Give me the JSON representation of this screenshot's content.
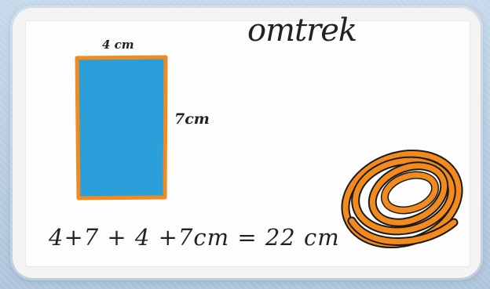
{
  "title": "omtrek",
  "rectangle": {
    "width_label": "4 cm",
    "height_label": "7cm",
    "fill_color": "#2b9fd9",
    "border_color": "#f28a1e"
  },
  "formula": "4+7 + 4 +7cm = 22 cm",
  "string_coil": {
    "color": "#f28a1e",
    "icon": "rope-coil-icon"
  }
}
